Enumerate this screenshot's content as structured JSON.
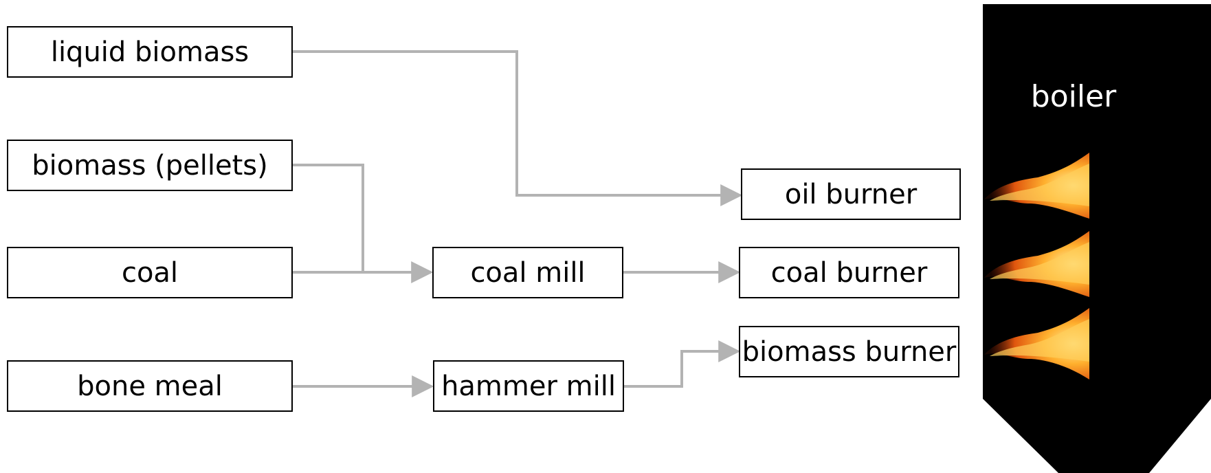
{
  "inputs": {
    "liquid_biomass": "liquid biomass",
    "biomass_pellets": "biomass (pellets)",
    "coal": "coal",
    "bone_meal": "bone meal"
  },
  "mills": {
    "coal_mill": "coal mill",
    "hammer_mill": "hammer mill"
  },
  "burners": {
    "oil_burner": "oil burner",
    "coal_burner": "coal burner",
    "biomass_burner": "biomass burner"
  },
  "boiler": {
    "label": "boiler",
    "flame_icon": "flame-icon"
  },
  "colors": {
    "connector": "#b3b3b3",
    "boiler": "#000000",
    "flame": "#f59a1f"
  }
}
